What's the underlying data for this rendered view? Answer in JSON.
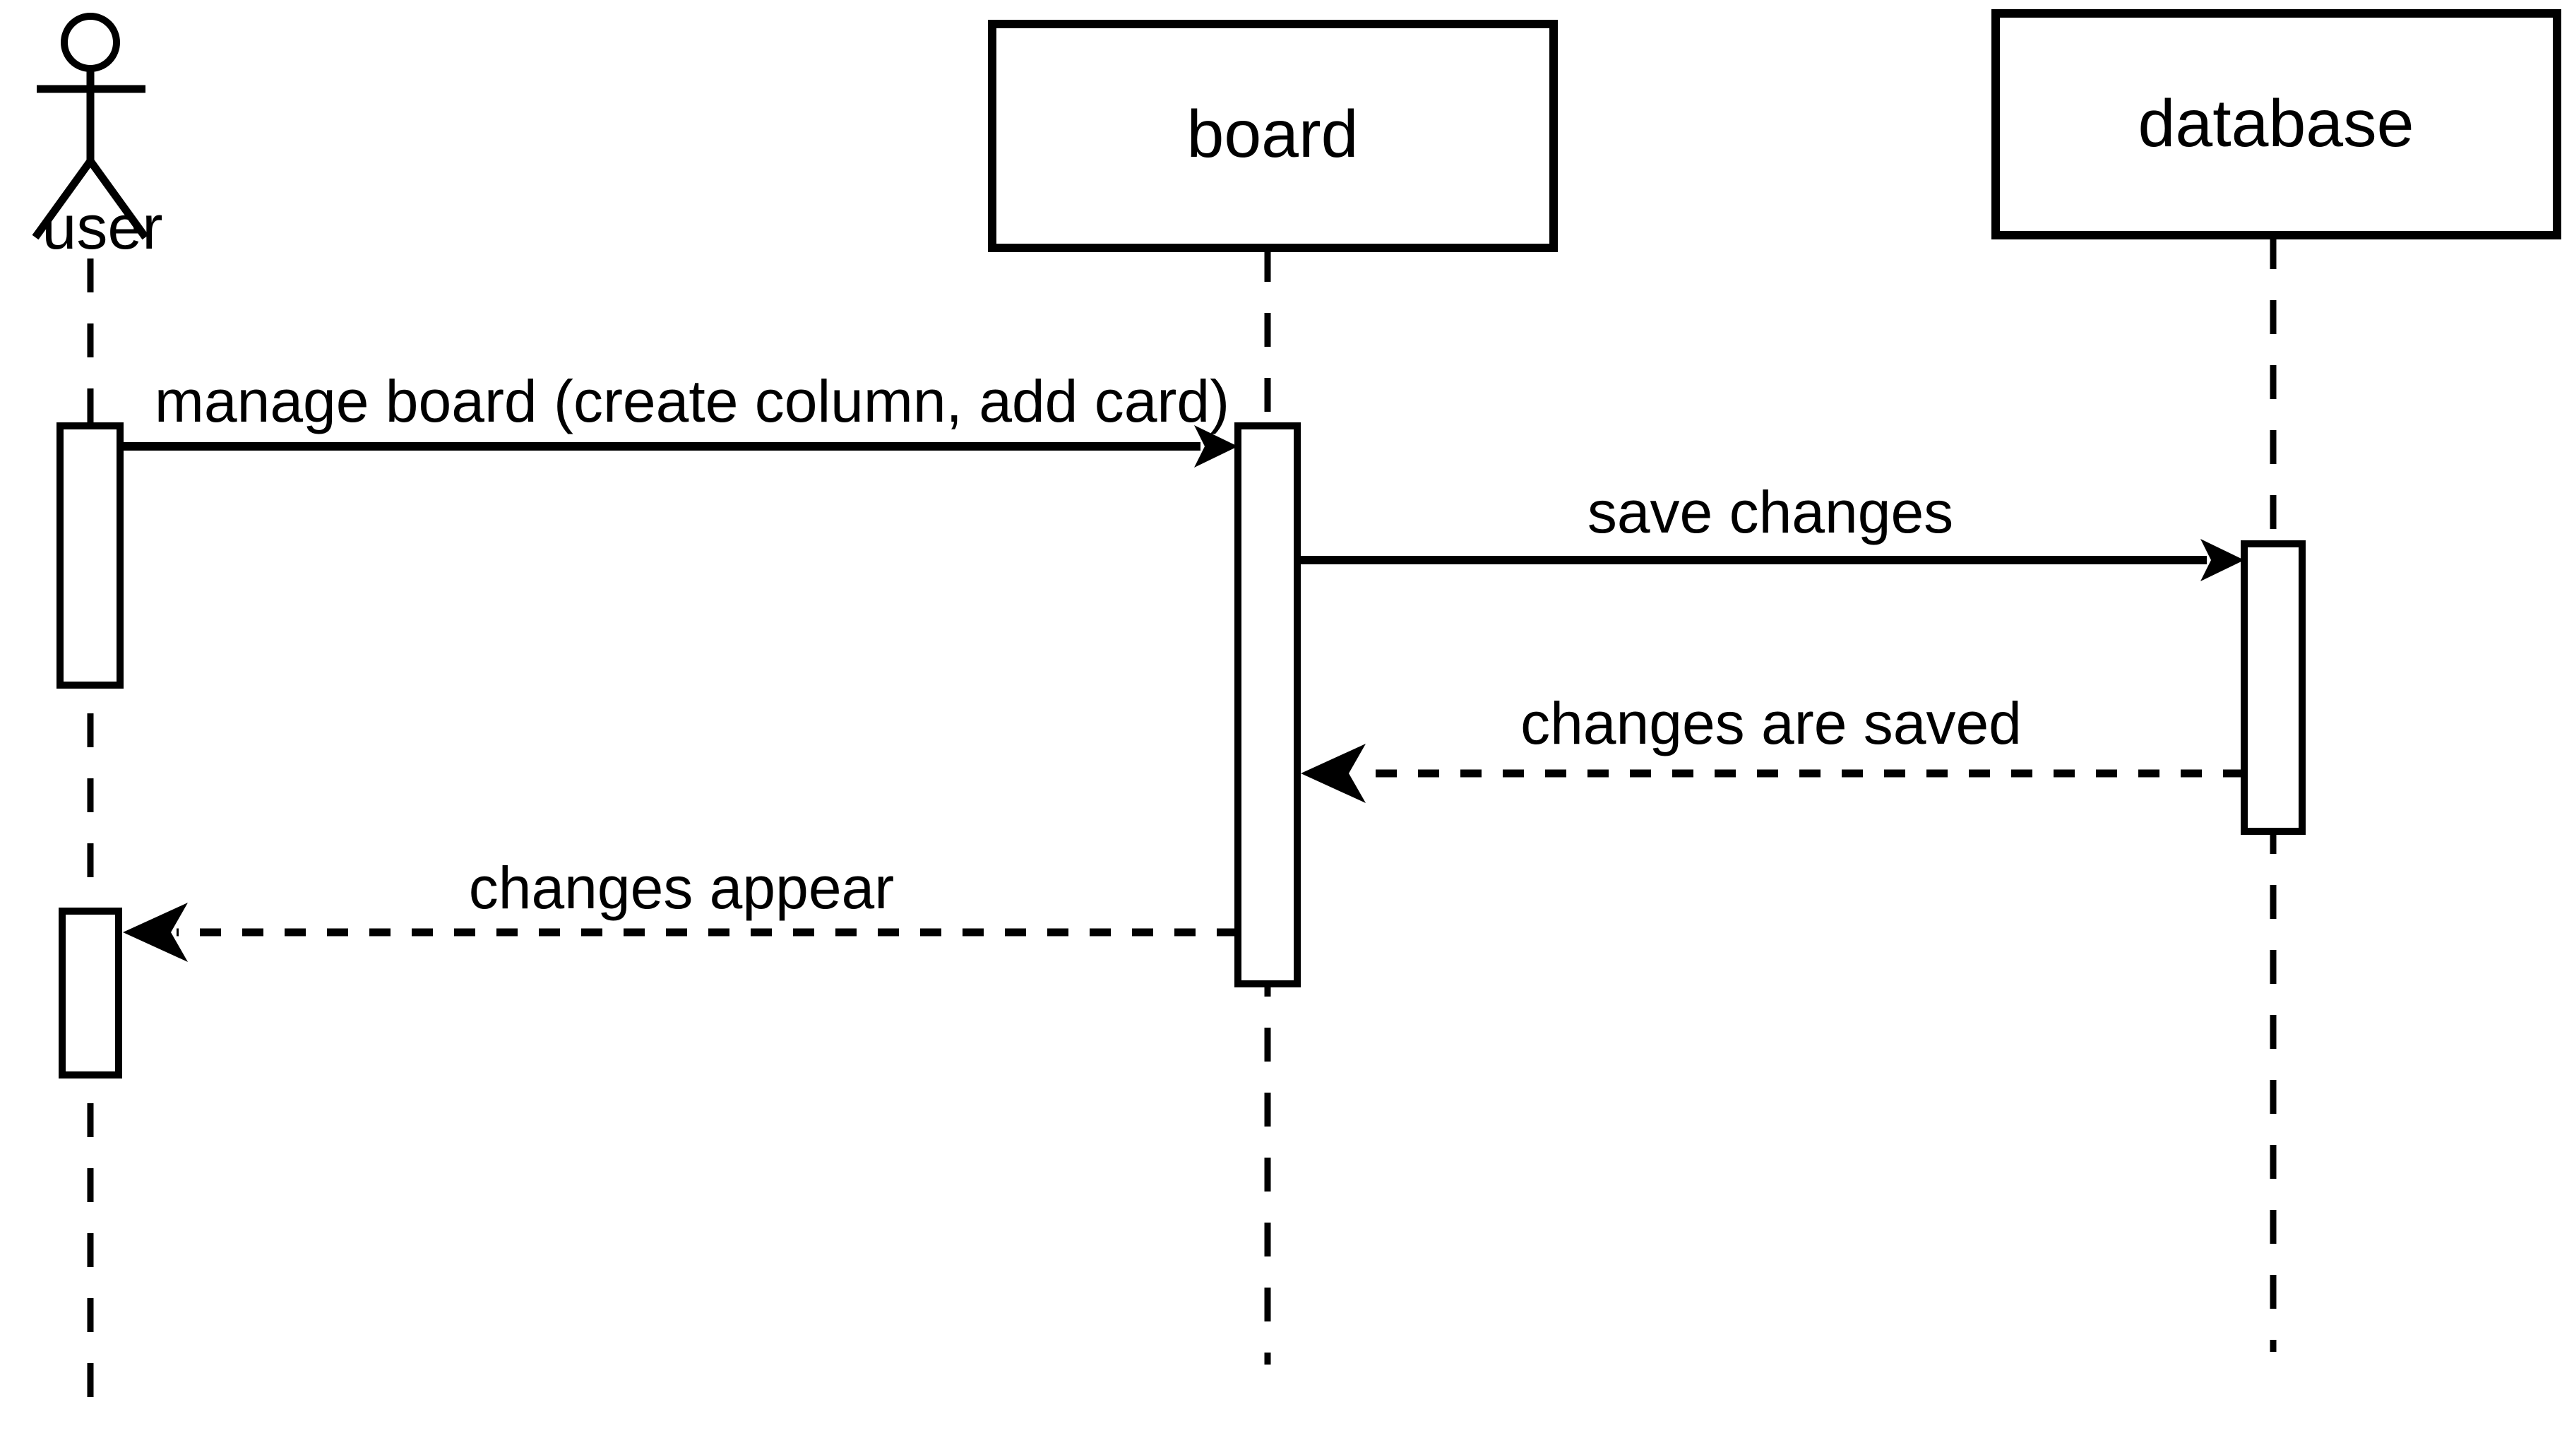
{
  "diagram": {
    "type": "uml-sequence-diagram",
    "colors": {
      "background": "#ffffff",
      "stroke": "#000000",
      "text": "#000000"
    },
    "participants": [
      {
        "label": "user",
        "kind": "actor"
      },
      {
        "label": "board",
        "kind": "object"
      },
      {
        "label": "database",
        "kind": "object"
      }
    ],
    "messages": [
      {
        "label": "manage board (create column, add card)",
        "from": "user",
        "to": "board",
        "line": "solid"
      },
      {
        "label": "save changes",
        "from": "board",
        "to": "database",
        "line": "solid"
      },
      {
        "label": "changes are saved",
        "from": "database",
        "to": "board",
        "line": "dashed"
      },
      {
        "label": "changes appear",
        "from": "board",
        "to": "user",
        "line": "dashed"
      }
    ]
  }
}
